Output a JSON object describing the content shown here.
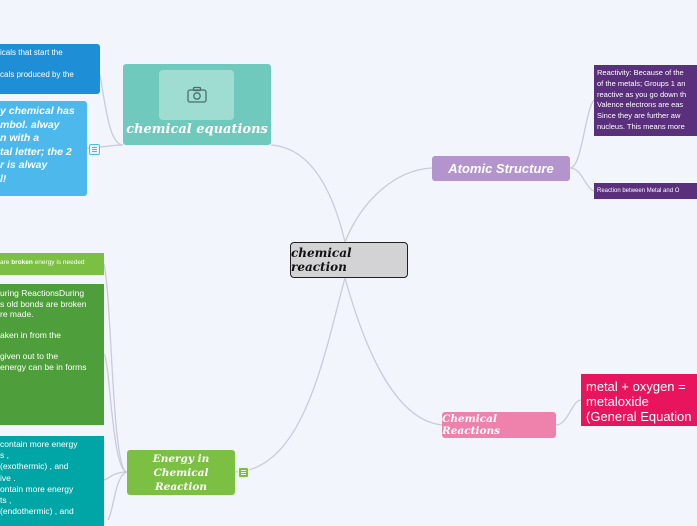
{
  "central": {
    "title": "chemical reaction"
  },
  "equations": {
    "title": "chemical equations",
    "icon": "camera-icon",
    "child1": {
      "line1": "icals that start the",
      "line2": "cals produced by the"
    },
    "child2": {
      "lines": [
        "y chemical has",
        "mbol. alway",
        "n with a",
        "tal letter; the 2",
        "r is alway",
        "l!"
      ]
    }
  },
  "atomic": {
    "title": "Atomic Structure",
    "reactivity": {
      "lines": [
        "Reactivity: Because of the",
        "of the metals; Groups 1 an",
        "reactive as you go down th",
        "Valence electrons are eas",
        "Since they are further aw",
        "nucleus. This means more"
      ]
    },
    "metal_oxygen": {
      "text": "Reaction between Metal and O"
    }
  },
  "chemical_reactions": {
    "title": "Chemical Reactions",
    "general_equation": {
      "lines": [
        "metal + oxygen =",
        "metaloxide",
        "(General Equation"
      ]
    }
  },
  "energy": {
    "title_line1": "Energy in Chemical",
    "title_line2": "Reaction",
    "broken": {
      "prefix": "are ",
      "bold": "broken",
      "suffix": " energy is needed"
    },
    "during": {
      "lines": [
        "uring ReactionsDuring",
        "s old bonds are broken",
        "re made.",
        "",
        "aken in from the",
        "",
        "given out to the",
        "energy can be in forms"
      ]
    },
    "contain": {
      "lines": [
        "contain more energy",
        "s ,",
        " (exothermic) , and",
        "ive .",
        "ontain more energy",
        "ts ,",
        "(endothermic) , and"
      ]
    }
  },
  "colors": {
    "background": "#f3f5fd",
    "connector": "#c8ccd8",
    "equations": "#6fcabd",
    "atomic": "#b494cc",
    "atomic_children": "#5a2f7b",
    "chemical_reactions": "#ef82ac",
    "general_equation": "#e8155e",
    "energy": "#7bc043"
  }
}
